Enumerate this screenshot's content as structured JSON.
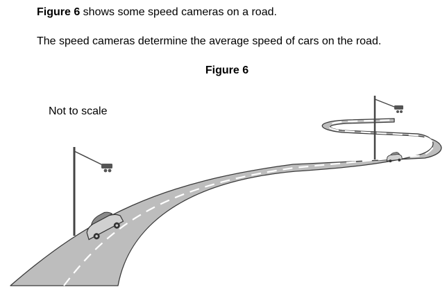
{
  "intro": {
    "figure_ref": "Figure 6",
    "sentence_rest": " shows some speed cameras on a road."
  },
  "description": "The speed cameras determine the average speed of cars on the road.",
  "figure": {
    "title": "Figure 6",
    "scale_note": "Not to scale"
  },
  "colors": {
    "road": "#bdbdbd",
    "road_edge": "#3a3a3a",
    "lane_marking": "#ffffff",
    "pole": "#444444",
    "car": "#d0d0d0"
  },
  "icons": [
    "speed-camera-icon",
    "car-icon"
  ]
}
